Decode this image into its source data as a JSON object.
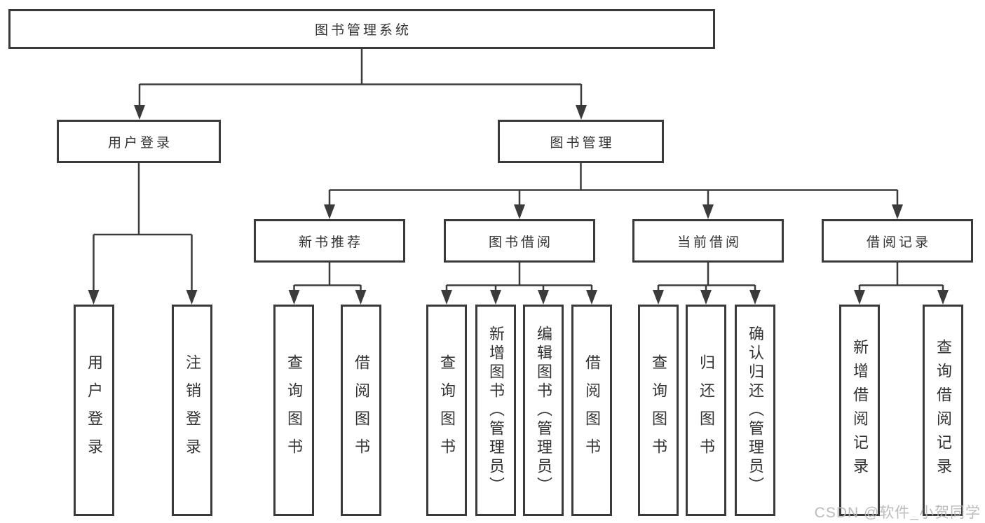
{
  "palette": {
    "line_color": "#3b3b3b",
    "box_border_color": "#3a3a3a",
    "box_fill_color": "#ffffff",
    "text_color": "#333333",
    "background_color": "#ffffff",
    "watermark_color": "#b6b6b6"
  },
  "watermark": {
    "text": "CSDN @软件_小贺同学"
  },
  "tree": {
    "root": {
      "label": "图书管理系统"
    },
    "branches": [
      {
        "label": "用户登录",
        "children": [
          {
            "label": "用户登录"
          },
          {
            "label": "注销登录"
          }
        ]
      },
      {
        "label": "图书管理",
        "children": [
          {
            "label": "新书推荐",
            "children": [
              {
                "label": "查询图书"
              },
              {
                "label": "借阅图书"
              }
            ]
          },
          {
            "label": "图书借阅",
            "children": [
              {
                "label": "查询图书"
              },
              {
                "label": "新增图书（管理员）"
              },
              {
                "label": "编辑图书（管理员）"
              },
              {
                "label": "借阅图书"
              }
            ]
          },
          {
            "label": "当前借阅",
            "children": [
              {
                "label": "查询图书"
              },
              {
                "label": "归还图书"
              },
              {
                "label": "确认归还（管理员）"
              }
            ]
          },
          {
            "label": "借阅记录",
            "children": [
              {
                "label": "新增借阅记录"
              },
              {
                "label": "查询借阅记录"
              }
            ]
          }
        ]
      }
    ]
  }
}
